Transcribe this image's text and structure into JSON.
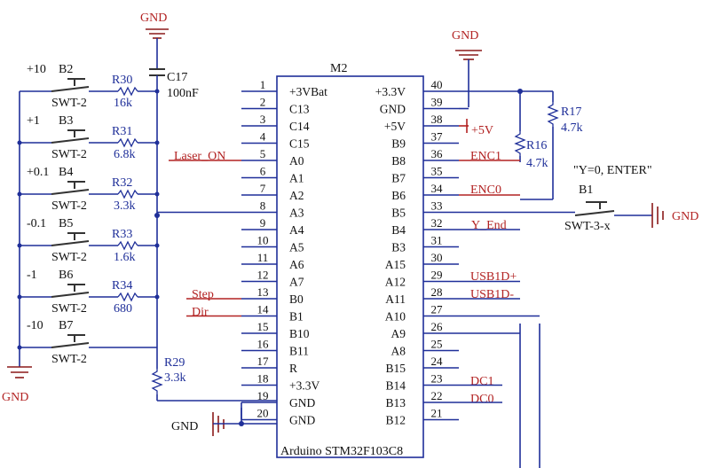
{
  "ic": {
    "ref": "M2",
    "part": "Arduino STM32F103C8",
    "left_pins": [
      {
        "num": "1",
        "name": "+3VBat"
      },
      {
        "num": "2",
        "name": "C13"
      },
      {
        "num": "3",
        "name": "C14"
      },
      {
        "num": "4",
        "name": "C15"
      },
      {
        "num": "5",
        "name": "A0"
      },
      {
        "num": "6",
        "name": "A1"
      },
      {
        "num": "7",
        "name": "A2"
      },
      {
        "num": "8",
        "name": "A3"
      },
      {
        "num": "9",
        "name": "A4"
      },
      {
        "num": "10",
        "name": "A5"
      },
      {
        "num": "11",
        "name": "A6"
      },
      {
        "num": "12",
        "name": "A7"
      },
      {
        "num": "13",
        "name": "B0"
      },
      {
        "num": "14",
        "name": "B1"
      },
      {
        "num": "15",
        "name": "B10"
      },
      {
        "num": "16",
        "name": "B11"
      },
      {
        "num": "17",
        "name": "R"
      },
      {
        "num": "18",
        "name": "+3.3V"
      },
      {
        "num": "19",
        "name": "GND"
      },
      {
        "num": "20",
        "name": "GND"
      }
    ],
    "right_pins": [
      {
        "num": "40",
        "name": "+3.3V"
      },
      {
        "num": "39",
        "name": "GND"
      },
      {
        "num": "38",
        "name": "+5V"
      },
      {
        "num": "37",
        "name": "B9"
      },
      {
        "num": "36",
        "name": "B8"
      },
      {
        "num": "35",
        "name": "B7"
      },
      {
        "num": "34",
        "name": "B6"
      },
      {
        "num": "33",
        "name": "B5"
      },
      {
        "num": "32",
        "name": "B4"
      },
      {
        "num": "31",
        "name": "B3"
      },
      {
        "num": "30",
        "name": "A15"
      },
      {
        "num": "29",
        "name": "A12"
      },
      {
        "num": "28",
        "name": "A11"
      },
      {
        "num": "27",
        "name": "A10"
      },
      {
        "num": "26",
        "name": "A9"
      },
      {
        "num": "25",
        "name": "A8"
      },
      {
        "num": "24",
        "name": "B15"
      },
      {
        "num": "23",
        "name": "B14"
      },
      {
        "num": "22",
        "name": "B13"
      },
      {
        "num": "21",
        "name": "B12"
      }
    ]
  },
  "switches": [
    {
      "value": "+10",
      "ref": "B2",
      "type": "SWT-2"
    },
    {
      "value": "+1",
      "ref": "B3",
      "type": "SWT-2"
    },
    {
      "value": "+0.1",
      "ref": "B4",
      "type": "SWT-2"
    },
    {
      "value": "-0.1",
      "ref": "B5",
      "type": "SWT-2"
    },
    {
      "value": "-1",
      "ref": "B6",
      "type": "SWT-2"
    },
    {
      "value": "-10",
      "ref": "B7",
      "type": "SWT-2"
    }
  ],
  "ladder_resistors": [
    {
      "ref": "R30",
      "value": "16k"
    },
    {
      "ref": "R31",
      "value": "6.8k"
    },
    {
      "ref": "R32",
      "value": "3.3k"
    },
    {
      "ref": "R33",
      "value": "1.6k"
    },
    {
      "ref": "R34",
      "value": "680"
    }
  ],
  "r29": {
    "ref": "R29",
    "value": "3.3k"
  },
  "c17": {
    "ref": "C17",
    "value": "100nF"
  },
  "r16": {
    "ref": "R16",
    "value": "4.7k"
  },
  "r17": {
    "ref": "R17",
    "value": "4.7k"
  },
  "b1": {
    "ref": "B1",
    "type": "SWT-3-x",
    "caption": "\"Y=0, ENTER\""
  },
  "power": {
    "gnd": "GND",
    "plus5": "+5V"
  },
  "nets": {
    "laser_on": "Laser_ON",
    "step": "Step",
    "dir": "Dir",
    "enc1": "ENC1",
    "enc0": "ENC0",
    "y_end": "Y_End",
    "usb_dp": "USB1D+",
    "usb_dm": "USB1D-",
    "dc1": "DC1",
    "dc0": "DC0"
  }
}
